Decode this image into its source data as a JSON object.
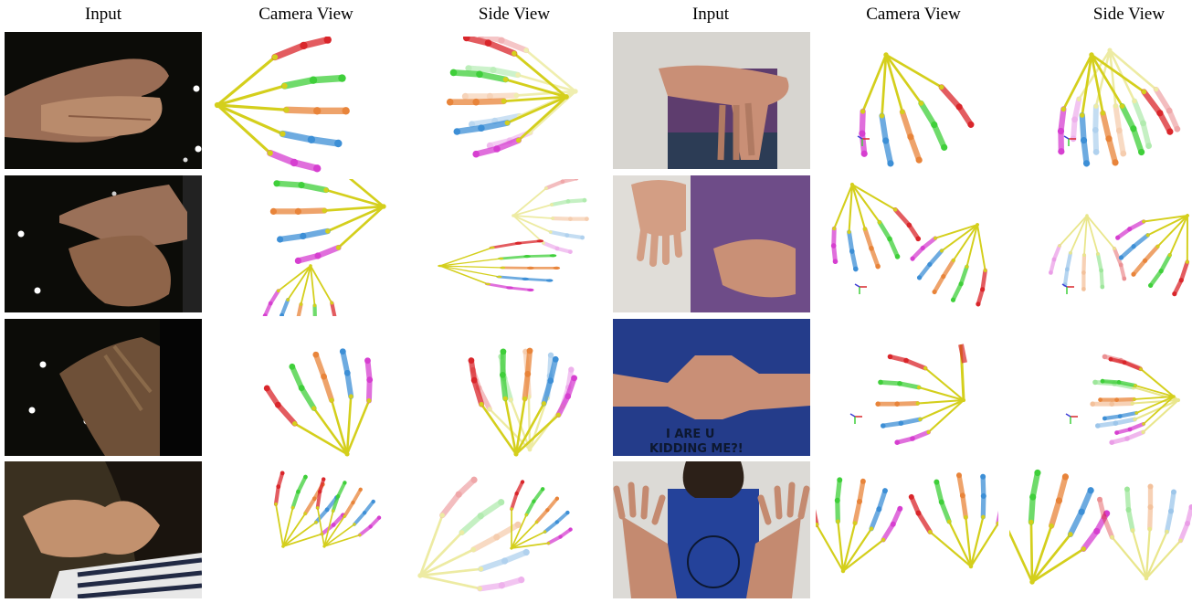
{
  "headers": [
    "Input",
    "Camera View",
    "Side View",
    "Input",
    "Camera View",
    "Side View"
  ],
  "colors": {
    "palm": "#d4cf1c",
    "thumb": "#d9262b",
    "index": "#3fcf3a",
    "middle": "#e8843a",
    "ring": "#3d8fd6",
    "pinky": "#d63fd0",
    "dark_bg": "#0c0c08",
    "skin": "#b88a6a",
    "purple_shirt": "#6a4a84",
    "blue_shirt": "#233c8c",
    "wall": "#e6e4e0"
  }
}
